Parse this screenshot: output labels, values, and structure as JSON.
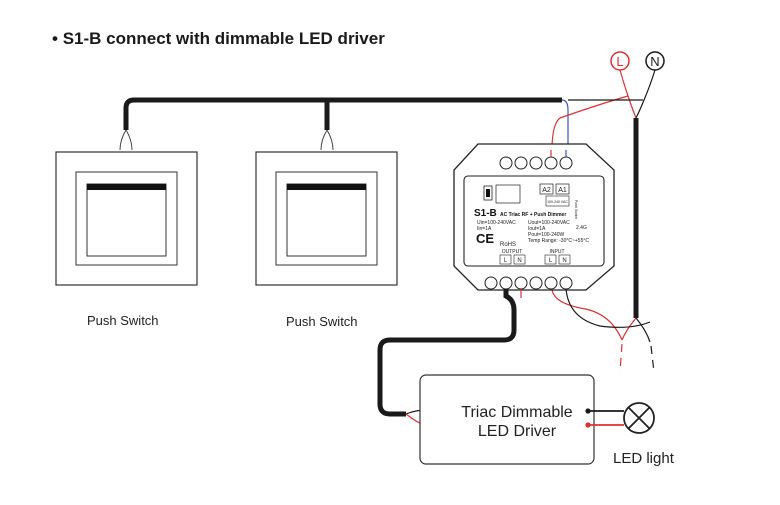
{
  "title": "S1-B connect with dimmable LED driver",
  "terminals": {
    "line": "L",
    "neutral": "N"
  },
  "switches": [
    {
      "label": "Push Switch"
    },
    {
      "label": "Push Switch"
    }
  ],
  "dimmer": {
    "model": "S1-B",
    "subtitle": "AC Triac RF + Push Dimmer",
    "spec_in": [
      "Uin=100-240VAC",
      "Iin=1A"
    ],
    "spec_out": [
      "Uout=100-240VAC",
      "Iout=1A",
      "Pout=100-240W"
    ],
    "freq": "2.4G",
    "temp": "Temp Range: -30°C~+55°C",
    "ce": "CE",
    "rohs": "RoHS",
    "a2": "A2",
    "a1": "A1",
    "output_label": "OUTPUT",
    "input_label": "INPUT",
    "out_l": "L",
    "out_n": "N",
    "in_l": "L",
    "in_n": "N",
    "mini_vac": "100-240 VAC",
    "side_note": "Push Switch"
  },
  "driver": {
    "line1": "Triac Dimmable",
    "line2": "LED Driver"
  },
  "light_label": "LED light",
  "colors": {
    "black_wire": "#1a1a1a",
    "red_wire": "#e03030",
    "blue_wire": "#3a53c8",
    "L_circle": "#e03030",
    "N_circle": "#1a1a1a"
  }
}
